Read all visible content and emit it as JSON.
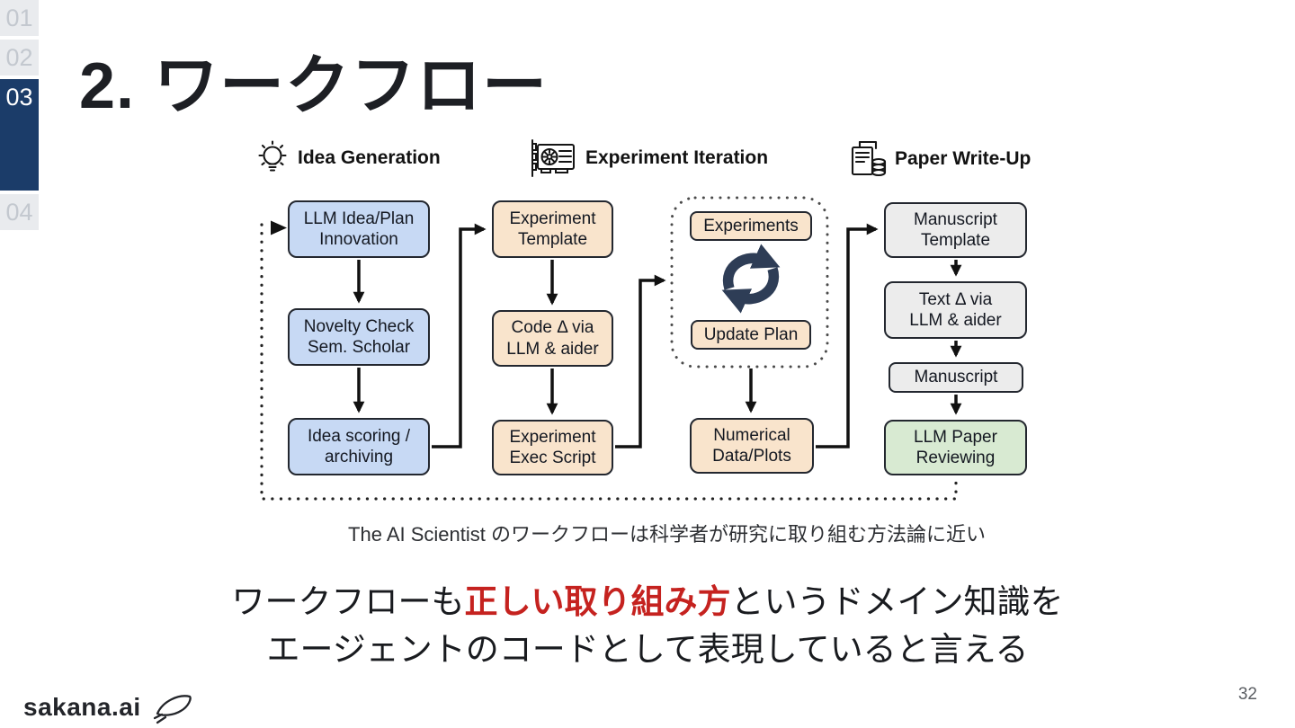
{
  "sidebar": {
    "items": [
      {
        "label": "01",
        "active": false
      },
      {
        "label": "02",
        "active": false
      },
      {
        "label": "03",
        "active": true
      },
      {
        "label": "04",
        "active": false
      }
    ]
  },
  "title": "2. ワークフロー",
  "diagram": {
    "sections": [
      {
        "icon": "lightbulb-icon",
        "label": "Idea Generation"
      },
      {
        "icon": "gpu-icon",
        "label": "Experiment Iteration"
      },
      {
        "icon": "paper-stack-icon",
        "label": "Paper Write-Up"
      }
    ],
    "nodes": {
      "llm_idea": "LLM Idea/Plan\nInnovation",
      "novelty": "Novelty Check\nSem. Scholar",
      "scoring": "Idea scoring /\narchiving",
      "exp_template": "Experiment\nTemplate",
      "code_delta": "Code Δ via\nLLM & aider",
      "exec_script": "Experiment\nExec Script",
      "experiments": "Experiments",
      "update_plan": "Update Plan",
      "numerical": "Numerical\nData/Plots",
      "manuscript_template": "Manuscript\nTemplate",
      "text_delta": "Text Δ via\nLLM & aider",
      "manuscript": "Manuscript",
      "reviewing": "LLM Paper\nReviewing"
    },
    "caption": "The AI Scientist のワークフローは科学者が研究に取り組む方法論に近い"
  },
  "statement": {
    "line1_pre": "ワークフローも",
    "line1_highlight": "正しい取り組み方",
    "line1_post": "というドメイン知識を",
    "line2": "エージェントのコードとして表現していると言える",
    "highlight_color": "#c5221f"
  },
  "footer": {
    "logo_text": "sakana.ai",
    "page_number": "32"
  },
  "colors": {
    "sidebar_active_bg": "#1b3c69",
    "sidebar_inactive_bg": "#e9ebee",
    "node_blue": "#c7d9f4",
    "node_tan": "#f9e4cc",
    "node_gray": "#ececec",
    "node_green": "#d8ead2",
    "cycle_icon": "#2e3d56",
    "connector": "#111111"
  }
}
